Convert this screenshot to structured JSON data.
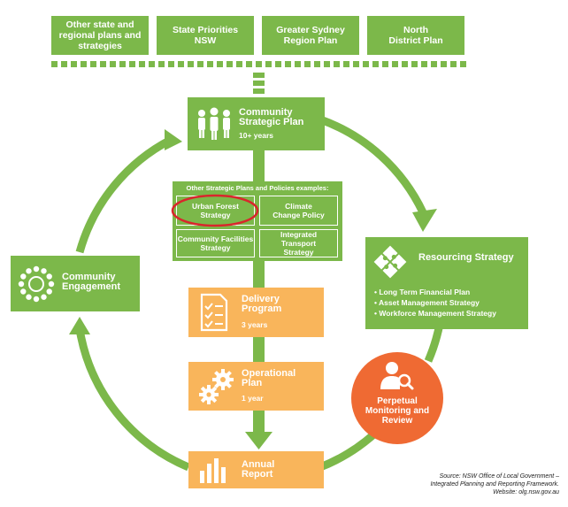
{
  "top_boxes": [
    {
      "label": "Other state and regional plans and strategies"
    },
    {
      "label": "State Priorities NSW"
    },
    {
      "label": "Greater Sydney Region Plan"
    },
    {
      "label": "North District Plan"
    }
  ],
  "csp": {
    "title": "Community Strategic Plan",
    "subtitle": "10+ years",
    "icon": "people-group-icon"
  },
  "other_plans": {
    "header": "Other Strategic Plans and Policies examples:",
    "items": [
      {
        "label": "Urban Forest Strategy",
        "highlighted": true
      },
      {
        "label": "Climate Change Policy"
      },
      {
        "label": "Community Facilities Strategy"
      },
      {
        "label": "Integrated Transport Strategy"
      }
    ],
    "highlight_color": "#d9262c"
  },
  "delivery": {
    "title": "Delivery Program",
    "subtitle": "3 years",
    "icon": "checklist-icon"
  },
  "operational": {
    "title": "Operational Plan",
    "subtitle": "1 year",
    "icon": "gears-icon"
  },
  "annual": {
    "title": "Annual Report",
    "icon": "bar-chart-icon"
  },
  "engagement": {
    "title": "Community Engagement",
    "icon": "people-circle-icon"
  },
  "resourcing": {
    "title": "Resourcing Strategy",
    "icon": "puzzle-icon",
    "bullets": [
      "Long Term Financial Plan",
      "Asset Management Strategy",
      "Workforce Management Strategy"
    ]
  },
  "monitoring": {
    "title": "Perpetual Monitoring and Review",
    "icon": "person-magnifier-icon"
  },
  "source": {
    "line1": "Source: NSW Office of Local Government –",
    "line2": "Integrated Planning and Reporting Framework.",
    "line3": "Website: olg.nsw.gov.au"
  },
  "colors": {
    "green": "#7cb84a",
    "orange": "#f9b55b",
    "deep_orange": "#ef6a33",
    "red": "#d9262c"
  }
}
